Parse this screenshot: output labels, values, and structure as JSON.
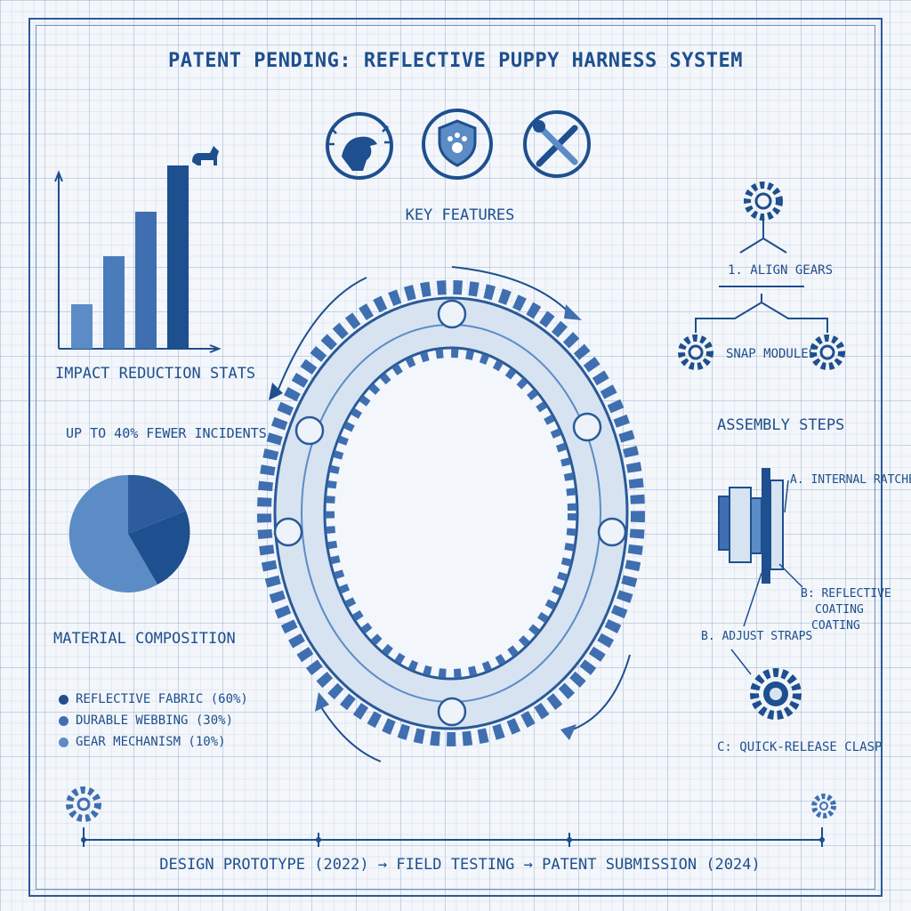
{
  "title": "PATENT PENDING: REFLECTIVE PUPPY HARNESS SYSTEM",
  "key_features_label": "KEY FEATURES",
  "feature_icons": [
    "dog-head-alert-icon",
    "paw-shield-icon",
    "wrench-screwdriver-icon"
  ],
  "impact": {
    "label": "IMPACT REDUCTION STATS",
    "bar_values": [
      1,
      2,
      3,
      4
    ],
    "subtitle": "UP TO 40% FEWER INCIDENTS"
  },
  "material": {
    "label": "MATERIAL COMPOSITION",
    "legend": [
      {
        "text": "REFLECTIVE FABRIC (60%)",
        "color": "#1e4f8e"
      },
      {
        "text": "DURABLE WEBBING (30%)",
        "color": "#3f6fb0"
      },
      {
        "text": "GEAR MECHANISM (10%)",
        "color": "#5b8cc6"
      }
    ]
  },
  "assembly": {
    "step1": "1. ALIGN GEARS",
    "step2": "SNAP MODULES",
    "label": "ASSEMBLY STEPS",
    "callout_a": "A. INTERNAL RATCHET",
    "callout_b_line1": "B: REFLECTIVE",
    "callout_b_line2": "COATING",
    "callout_b_line3": "COATING",
    "callout_adjust": "B. ADJUST STRAPS",
    "callout_c": "C: QUICK-RELEASE CLASP"
  },
  "timeline": "DESIGN PROTOTYPE (2022) → FIELD TESTING → PATENT SUBMISSION (2024)",
  "colors": {
    "primary": "#1e4f8e",
    "mid": "#3f6fb0",
    "light": "#5b8cc6",
    "paper": "#f3f6fa"
  }
}
